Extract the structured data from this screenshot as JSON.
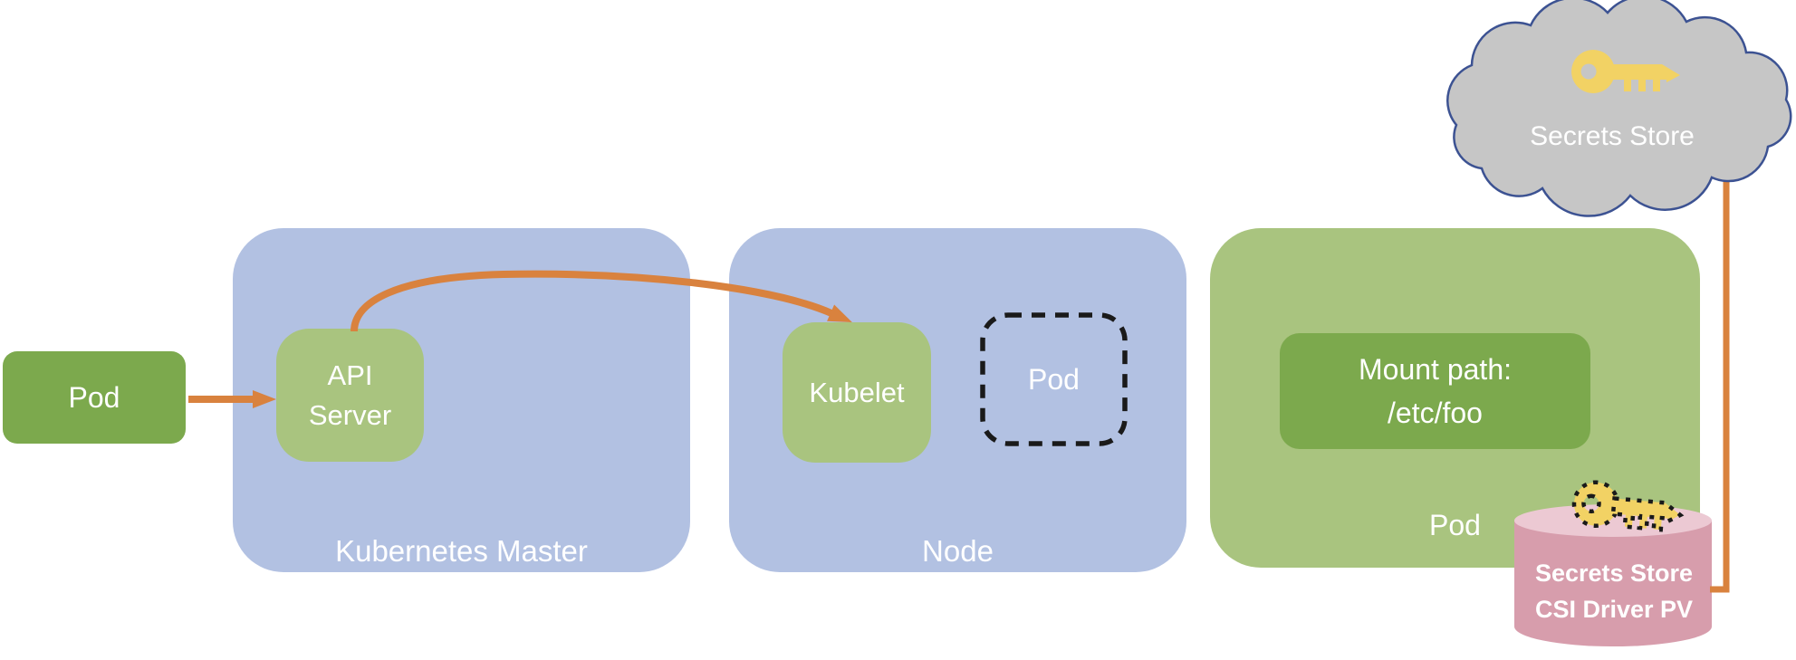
{
  "nodes": {
    "pod_left": {
      "label": "Pod"
    },
    "kubernetes_master": {
      "label": "Kubernetes Master",
      "api_server": {
        "label": "API\nServer"
      }
    },
    "node": {
      "label": "Node",
      "kubelet": {
        "label": "Kubelet"
      },
      "pod_placeholder": {
        "label": "Pod",
        "style": "dashed-outline"
      }
    },
    "pod_right": {
      "label": "Pod",
      "mount_path": {
        "label": "Mount path:\n/etc/foo"
      }
    },
    "secrets_store_cloud": {
      "label": "Secrets Store",
      "icon": "key-icon"
    },
    "csi_driver_pv": {
      "label": "Secrets Store\nCSI Driver PV",
      "icon": "key-icon-sketch"
    }
  },
  "connectors": [
    {
      "from": "pod_left",
      "to": "api_server",
      "type": "arrow",
      "color": "#D9823E"
    },
    {
      "from": "api_server",
      "to": "kubelet",
      "type": "curved-arrow",
      "color": "#D9823E"
    },
    {
      "from": "secrets_store_cloud",
      "to": "csi_driver_pv",
      "type": "elbow-line",
      "color": "#D9823E"
    }
  ],
  "colors": {
    "green_medium": "#7CA94D",
    "green_light": "#A9C47F",
    "blue_light": "#B2C1E2",
    "orange": "#D9823E",
    "cloud_fill": "#C6C6C6",
    "cloud_outline": "#3C5292",
    "cylinder_body": "#D79DAC",
    "cylinder_top": "#ECC9D3",
    "key_yellow": "#F2D264",
    "dashed_border": "#1A1A1A",
    "text": "#FFFFFF"
  }
}
